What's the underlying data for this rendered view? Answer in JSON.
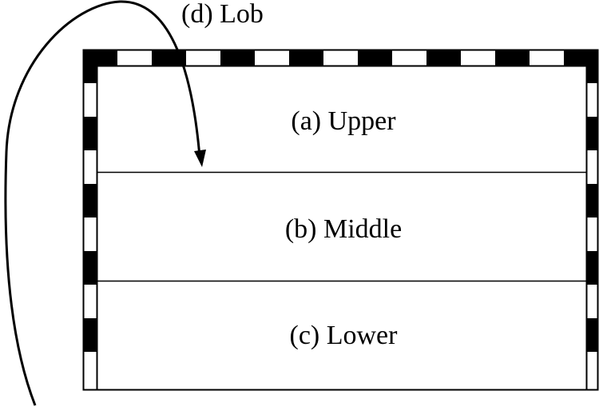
{
  "labels": {
    "upper": "(a) Upper",
    "middle": "(b) Middle",
    "lower": "(c) Lower",
    "lob": "(d) Lob"
  },
  "colors": {
    "ink": "#000000",
    "paper": "#ffffff"
  }
}
